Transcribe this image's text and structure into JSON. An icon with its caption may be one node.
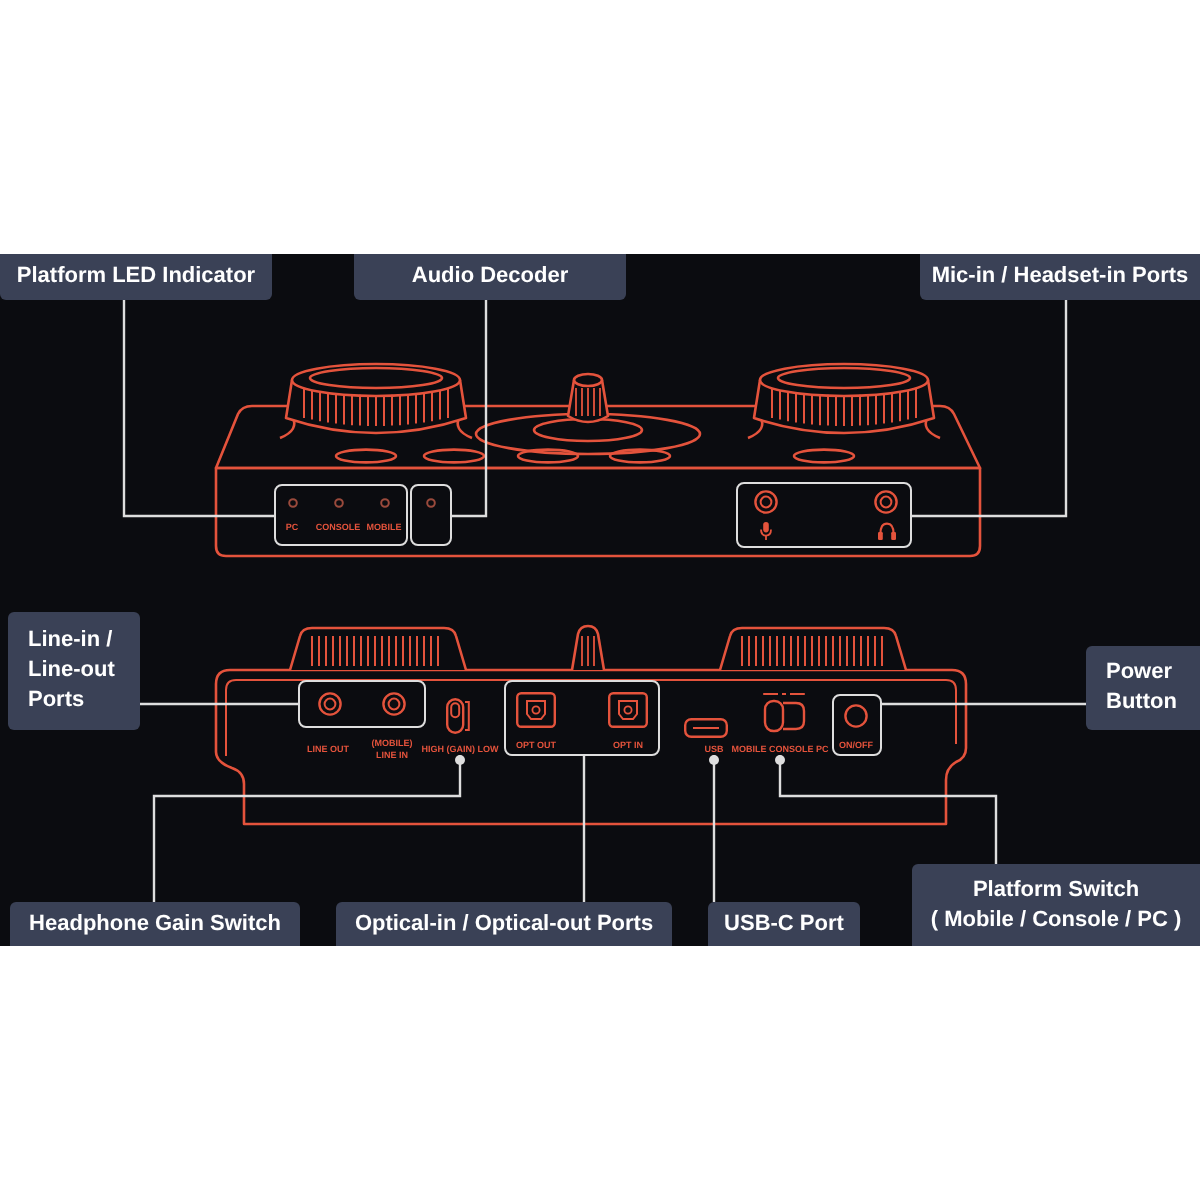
{
  "diagram": {
    "nodes": [
      {
        "text": [
          "Platform LED Indicator"
        ]
      },
      {
        "text": [
          "Audio Decoder"
        ]
      },
      {
        "text": [
          "Mic-in / Headset-in Ports"
        ]
      },
      {
        "text": [
          "PC",
          "CONSOLE",
          "MOBILE"
        ]
      },
      {
        "text": [],
        "shape": "box"
      },
      {
        "text": [],
        "shape": "box"
      },
      {
        "text": [
          "Line-in / Line-out Ports"
        ]
      },
      {
        "text": [],
        "shape": "box"
      },
      {
        "text": [
          "HIGH (GAIN) LOW"
        ]
      },
      {
        "text": [
          "OPT OUT",
          "OPT IN"
        ]
      },
      {
        "text": [
          "USB"
        ]
      },
      {
        "text": [
          "MOBILE CONSOLE PC"
        ]
      },
      {
        "text": [
          "ON/OFF"
        ]
      },
      {
        "text": [
          "Power Button"
        ]
      },
      {
        "text": [
          "Headphone Gain Switch"
        ]
      },
      {
        "text": [
          "Optical-in / Optical-out Ports"
        ]
      },
      {
        "text": [
          "USB-C Port"
        ]
      },
      {
        "text": [
          "Platform Switch",
          "( Mobile / Console / PC )"
        ]
      }
    ],
    "edges": [
      {
        "from": 0,
        "to": 3,
        "arrow": "none"
      },
      {
        "from": 1,
        "to": 4,
        "arrow": "none"
      },
      {
        "from": 2,
        "to": 5,
        "arrow": "none"
      },
      {
        "from": 6,
        "to": 7,
        "arrow": "none"
      },
      {
        "from": 13,
        "to": 12,
        "arrow": "none"
      },
      {
        "from": 14,
        "to": 8,
        "arrow": "other"
      },
      {
        "from": 15,
        "to": 9,
        "arrow": "none"
      },
      {
        "from": 16,
        "to": 10,
        "arrow": "other"
      },
      {
        "from": 17,
        "to": 11,
        "arrow": "other"
      }
    ],
    "labels": [
      "LINE OUT",
      "(MOBILE) LINE IN"
    ]
  }
}
